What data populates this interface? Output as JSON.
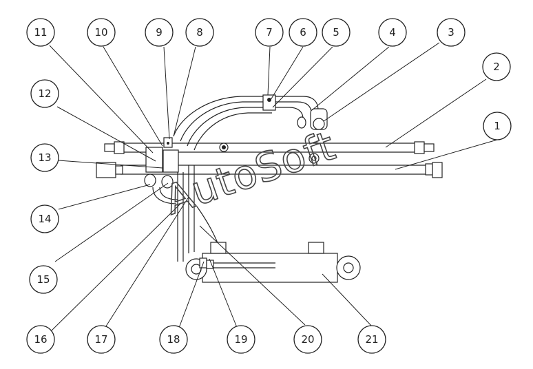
{
  "callouts": [
    {
      "label": "1"
    },
    {
      "label": "2"
    },
    {
      "label": "3"
    },
    {
      "label": "4"
    },
    {
      "label": "5"
    },
    {
      "label": "6"
    },
    {
      "label": "7"
    },
    {
      "label": "8"
    },
    {
      "label": "9"
    },
    {
      "label": "10"
    },
    {
      "label": "11"
    },
    {
      "label": "12"
    },
    {
      "label": "13"
    },
    {
      "label": "14"
    },
    {
      "label": "15"
    },
    {
      "label": "16"
    },
    {
      "label": "17"
    },
    {
      "label": "18"
    },
    {
      "label": "19"
    },
    {
      "label": "20"
    },
    {
      "label": "21"
    }
  ],
  "watermark": "AutoSoft"
}
